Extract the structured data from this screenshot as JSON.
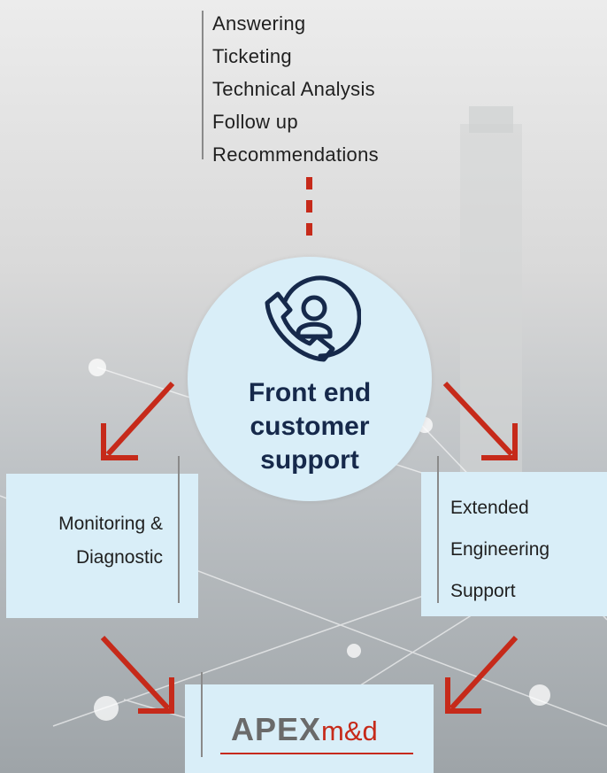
{
  "top_list": [
    "Answering",
    "Ticketing",
    "Technical Analysis",
    "Follow up",
    "Recommendations"
  ],
  "center": {
    "title": "Front end\ncustomer\nsupport",
    "icon": "phone-person-icon"
  },
  "left_box": {
    "text": "Monitoring &\nDiagnostic"
  },
  "right_box": {
    "text": "Extended\nEngineering\nSupport"
  },
  "logo": {
    "apex": "APEX",
    "md": "m&d"
  },
  "colors": {
    "accent_red": "#c62a1a",
    "box_blue": "#d9eef8",
    "title_navy": "#16294b"
  }
}
